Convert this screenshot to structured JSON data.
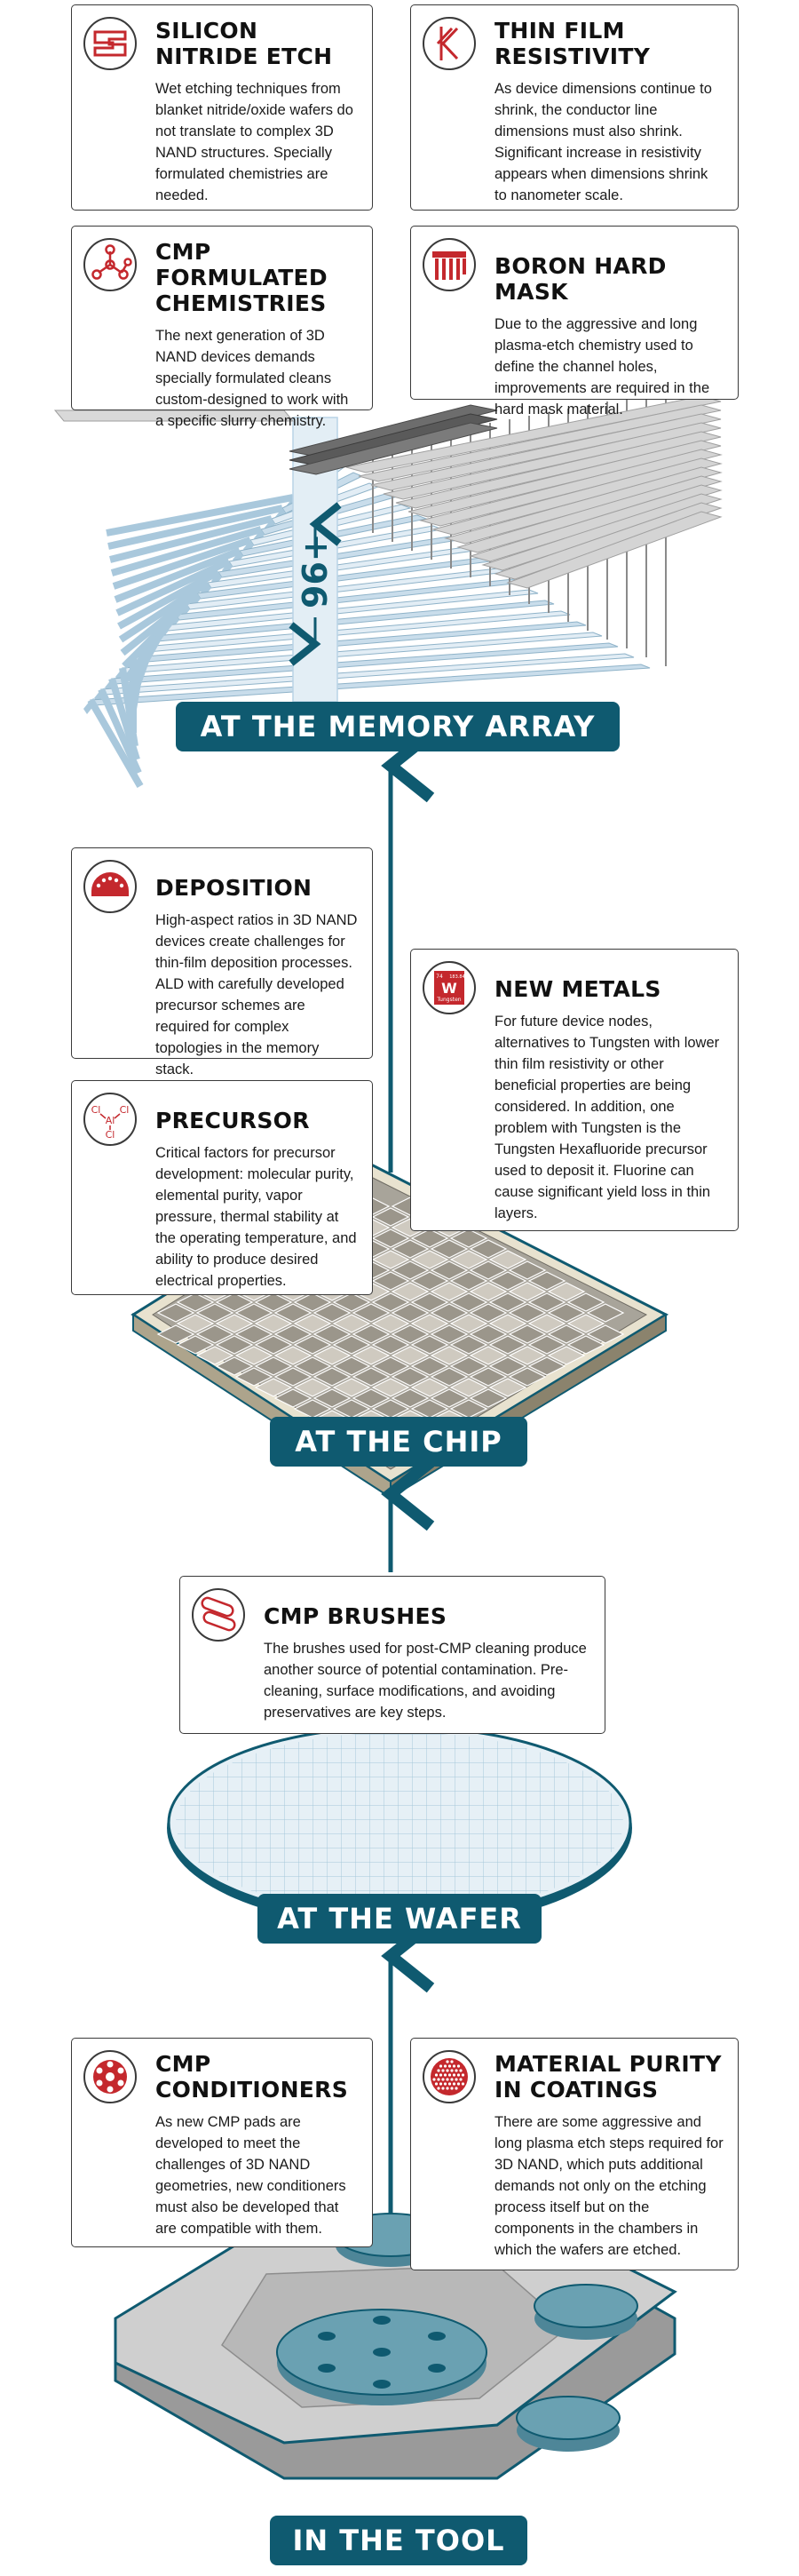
{
  "colors": {
    "accent": "#0f5a70",
    "icon_red": "#c4282d",
    "card_border": "#3a3a3a",
    "array_blue": "#b9d4e6",
    "tool_grey": "#c8c8c8",
    "tool_teal": "#5f97a8"
  },
  "stages": {
    "memory_array": "AT THE MEMORY ARRAY",
    "chip": "AT THE CHIP",
    "wafer": "AT THE WAFER",
    "tool": "IN THE TOOL"
  },
  "layer_count": "96+",
  "cards": {
    "silicon_nitride_etch": {
      "icon": "etch-icon",
      "title_line1": "SILICON",
      "title_line2": "NITRIDE ETCH",
      "body": "Wet etching techniques from blanket nitride/oxide wafers do not translate to complex 3D NAND structures. Specially formulated chemistries are needed."
    },
    "thin_film_resistivity": {
      "icon": "resistivity-icon",
      "title_line1": "THIN FILM",
      "title_line2": "RESISTIVITY",
      "body": "As device dimensions continue to shrink, the conductor line dimensions must also shrink. Significant increase in resistivity appears when dimensions shrink to nanometer scale."
    },
    "cmp_chemistries": {
      "icon": "molecule-icon",
      "title_line1": "CMP FORMULATED",
      "title_line2": "CHEMISTRIES",
      "body": "The next generation of 3D NAND devices demands specially formulated cleans custom-designed to work with a specific slurry chemistry."
    },
    "boron_hard_mask": {
      "icon": "hard-mask-icon",
      "title_line1": "BORON HARD MASK",
      "body": "Due to the aggressive and long plasma-etch chemistry used to define the channel holes, improvements are required in the hard mask material."
    },
    "deposition": {
      "icon": "deposition-icon",
      "title_line1": "DEPOSITION",
      "body": "High-aspect ratios in 3D NAND devices create challenges for thin-film deposition processes. ALD with carefully developed precursor schemes are required for complex topologies in the memory stack."
    },
    "new_metals": {
      "icon": "tungsten-icon",
      "icon_number": "74",
      "icon_weight": "183.84",
      "icon_symbol": "W",
      "icon_name": "Tungsten",
      "title_line1": "NEW METALS",
      "body": "For future device nodes, alternatives to Tungsten with lower thin film resistivity or other beneficial properties are being considered. In addition, one problem with Tungsten is the Tungsten Hexafluoride precursor used to deposit it. Fluorine can cause significant yield loss in thin layers."
    },
    "precursor": {
      "icon": "precursor-icon",
      "icon_atom_center": "Al",
      "icon_atom_side": "Cl",
      "title_line1": "PRECURSOR",
      "body": "Critical factors for precursor development: molecular purity, elemental purity, vapor pressure, thermal stability at the operating temperature, and ability to produce desired electrical properties."
    },
    "cmp_brushes": {
      "icon": "brush-icon",
      "title_line1": "CMP BRUSHES",
      "body": "The brushes used for post-CMP cleaning produce another source of potential contamination. Pre-cleaning, surface modifications, and avoiding preservatives are key steps."
    },
    "cmp_conditioners": {
      "icon": "conditioner-icon",
      "title_line1": "CMP",
      "title_line2": "CONDITIONERS",
      "body": "As new CMP pads are developed to meet the challenges of 3D NAND geometries, new conditioners must also be developed that are compatible with them."
    },
    "material_purity": {
      "icon": "coating-icon",
      "title_line1": "MATERIAL PURITY",
      "title_line2": "IN COATINGS",
      "body": "There are some aggressive and long plasma etch steps required for 3D NAND, which puts additional demands not only on the etching process itself but on the components in the chambers in which the wafers are etched."
    }
  }
}
